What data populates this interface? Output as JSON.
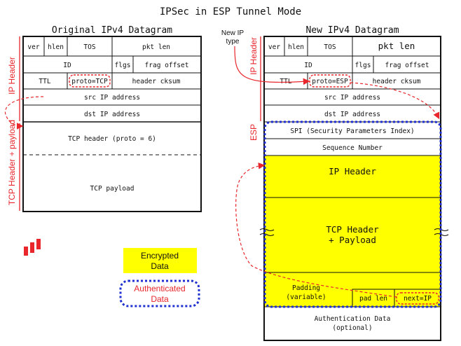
{
  "title": "IPSec in ESP Tunnel Mode",
  "left": {
    "heading": "Original IPv4 Datagram",
    "side_ip_header": "IP Header",
    "side_payload": "TCP Header + payload",
    "row1": {
      "ver": "ver",
      "hlen": "hlen",
      "tos": "TOS",
      "pktlen": "pkt len"
    },
    "row2": {
      "id": "ID",
      "flgs": "flgs",
      "frag": "frag offset"
    },
    "row3": {
      "ttl": "TTL",
      "proto": "proto=TCP",
      "cksum": "header cksum"
    },
    "src": "src IP address",
    "dst": "dst IP address",
    "tcp_header": "TCP header (proto = 6)",
    "tcp_payload": "TCP payload"
  },
  "right": {
    "heading": "New IPv4 Datagram",
    "side_ip_header": "IP Header",
    "side_esp": "ESP",
    "new_ip_type": "New IP\ntype",
    "row1": {
      "ver": "ver",
      "hlen": "hlen",
      "tos": "TOS",
      "pktlen": "pkt len"
    },
    "row2": {
      "id": "ID",
      "flgs": "flgs",
      "frag": "frag offset"
    },
    "row3": {
      "ttl": "TTL",
      "proto": "proto=ESP",
      "cksum": "header cksum"
    },
    "src": "src IP address",
    "dst": "dst IP address",
    "spi": "SPI (Security Parameters Index)",
    "seq": "Sequence Number",
    "ip_header": "IP Header",
    "tcp_header_l1": "TCP Header",
    "tcp_header_l2": "+ Payload",
    "padding_l1": "Padding",
    "padding_l2": "(variable)",
    "pad_len": "pad len",
    "next": "next=IP",
    "auth_l1": "Authentication Data",
    "auth_l2": "(optional)"
  },
  "legend": {
    "encrypted_l1": "Encrypted",
    "encrypted_l2": "Data",
    "authenticated_l1": "Authenticated",
    "authenticated_l2": "Data"
  },
  "colors": {
    "encrypted": "#ffff00",
    "accent_red": "#e8262b",
    "auth_blue": "#1f2fd1"
  }
}
